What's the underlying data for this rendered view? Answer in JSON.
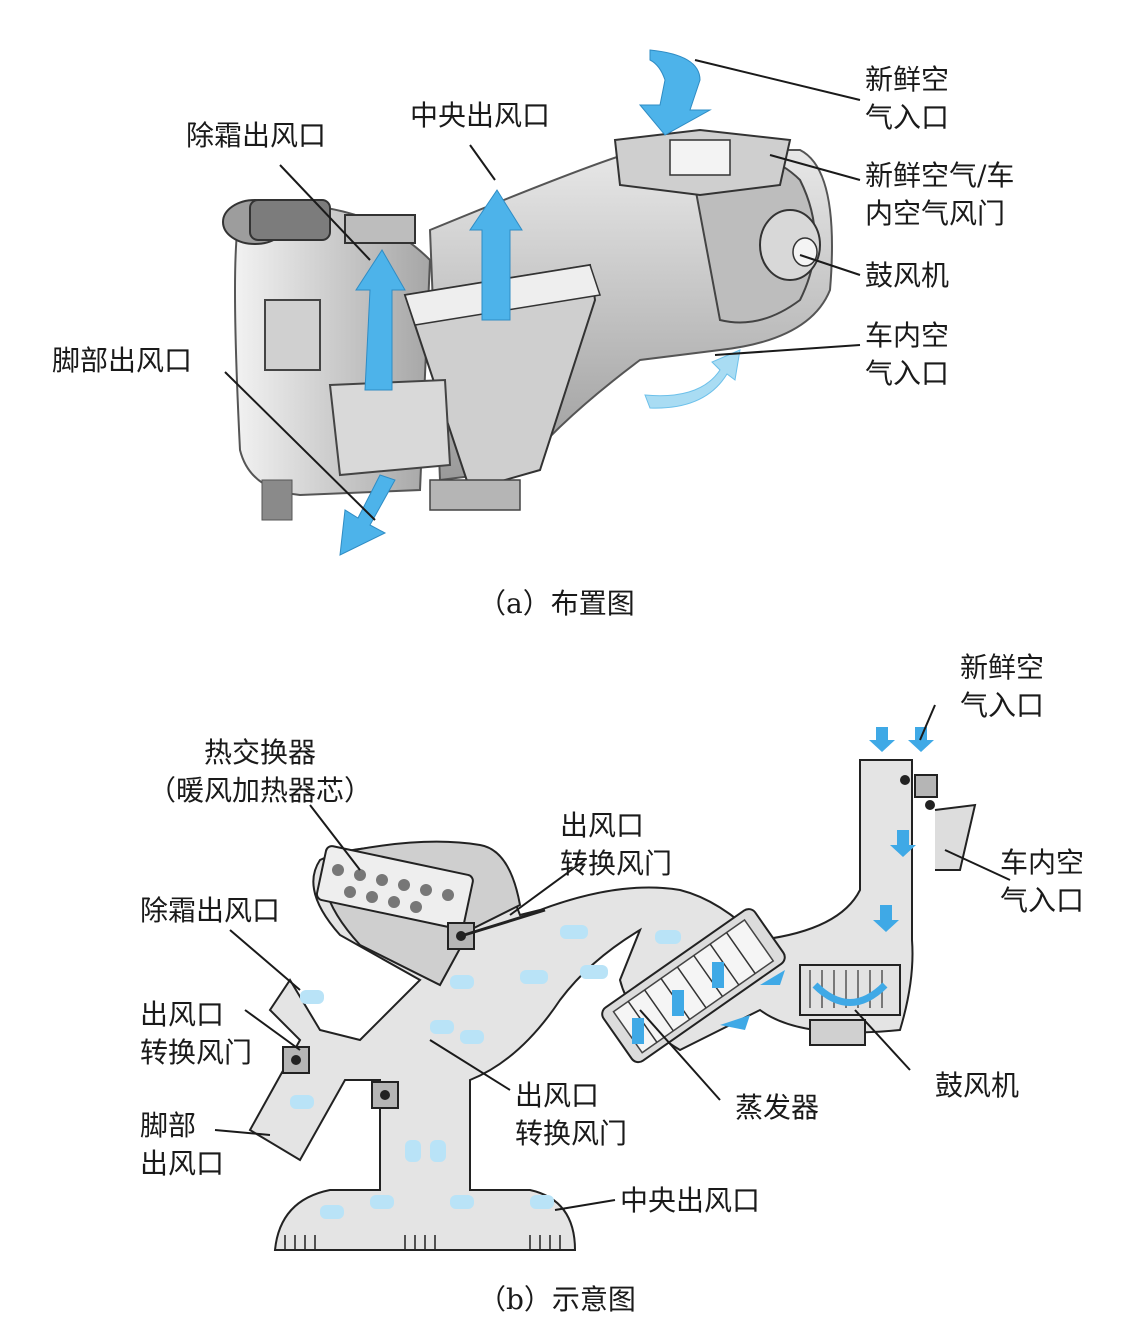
{
  "panel_a": {
    "caption": "（a）布置图",
    "labels": {
      "defrost_outlet": "除霜出风口",
      "center_outlet": "中央出风口",
      "fresh_air_inlet_1": "新鲜空",
      "fresh_air_inlet_2": "气入口",
      "fresh_recirc_door_1": "新鲜空气/车",
      "fresh_recirc_door_2": "内空气风门",
      "blower": "鼓风机",
      "recirc_inlet_1": "车内空",
      "recirc_inlet_2": "气入口",
      "foot_outlet": "脚部出风口"
    }
  },
  "panel_b": {
    "caption": "（b）示意图",
    "labels": {
      "fresh_air_inlet_1": "新鲜空",
      "fresh_air_inlet_2": "气入口",
      "heater_core_1": "热交换器",
      "heater_core_2": "（暖风加热器芯）",
      "mode_door_top_1": "出风口",
      "mode_door_top_2": "转换风门",
      "recirc_inlet_1": "车内空",
      "recirc_inlet_2": "气入口",
      "defrost_outlet": "除霜出风口",
      "mode_door_left_1": "出风口",
      "mode_door_left_2": "转换风门",
      "foot_outlet_1": "脚部",
      "foot_outlet_2": "出风口",
      "mode_door_mid_1": "出风口",
      "mode_door_mid_2": "转换风门",
      "evaporator": "蒸发器",
      "blower": "鼓风机",
      "center_outlet": "中央出风口"
    }
  },
  "colors": {
    "airflow_blue": "#3fa9e6",
    "airflow_light": "#b9e3f7",
    "housing_gray": "#c8c8c8",
    "duct_gray": "#dcdcdc",
    "line": "#1a1a1a"
  }
}
